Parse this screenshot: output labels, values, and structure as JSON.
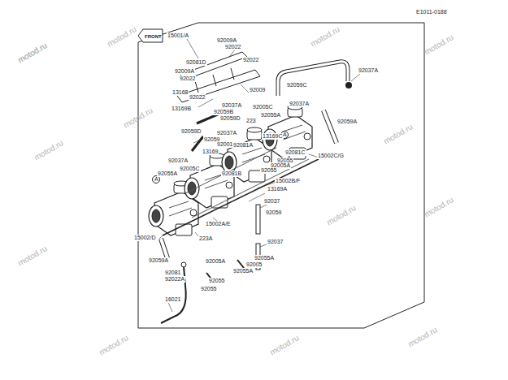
{
  "diagram": {
    "labels": [
      "E1011-0188",
      "FRONT",
      "15001/A",
      "92009A",
      "92022",
      "92081D",
      "92022",
      "92009A",
      "92022",
      "92022",
      "92009",
      "13168",
      "92037A",
      "92059C",
      "13169B",
      "92037A",
      "92059B",
      "92059D",
      "92005C",
      "92055A",
      "92037A",
      "92059A",
      "223",
      "92059D",
      "92037A",
      "92059",
      "92001",
      "92081A",
      "13169C",
      "13169",
      "15002C/G",
      "92081C",
      "92055",
      "92005A",
      "92055",
      "92037A",
      "92005C",
      "92055A",
      "92081B",
      "15002B/F",
      "13169A",
      "A",
      "A",
      "92037",
      "92059",
      "15002A/E",
      "15002/D",
      "223A",
      "92037",
      "92059A",
      "92005A",
      "92055A",
      "92005",
      "92055A",
      "92081",
      "92022A",
      "92055",
      "92055",
      "16021",
      "motod.ru",
      "motod.ru",
      "motod.ru",
      "motod.ru",
      "motod.ru",
      "motod.ru",
      "motod.ru",
      "motod.ru",
      "motod.ru",
      "motod.ru",
      "motod.ru",
      "motod.ru",
      "motod.ru",
      "motod.ru"
    ]
  }
}
